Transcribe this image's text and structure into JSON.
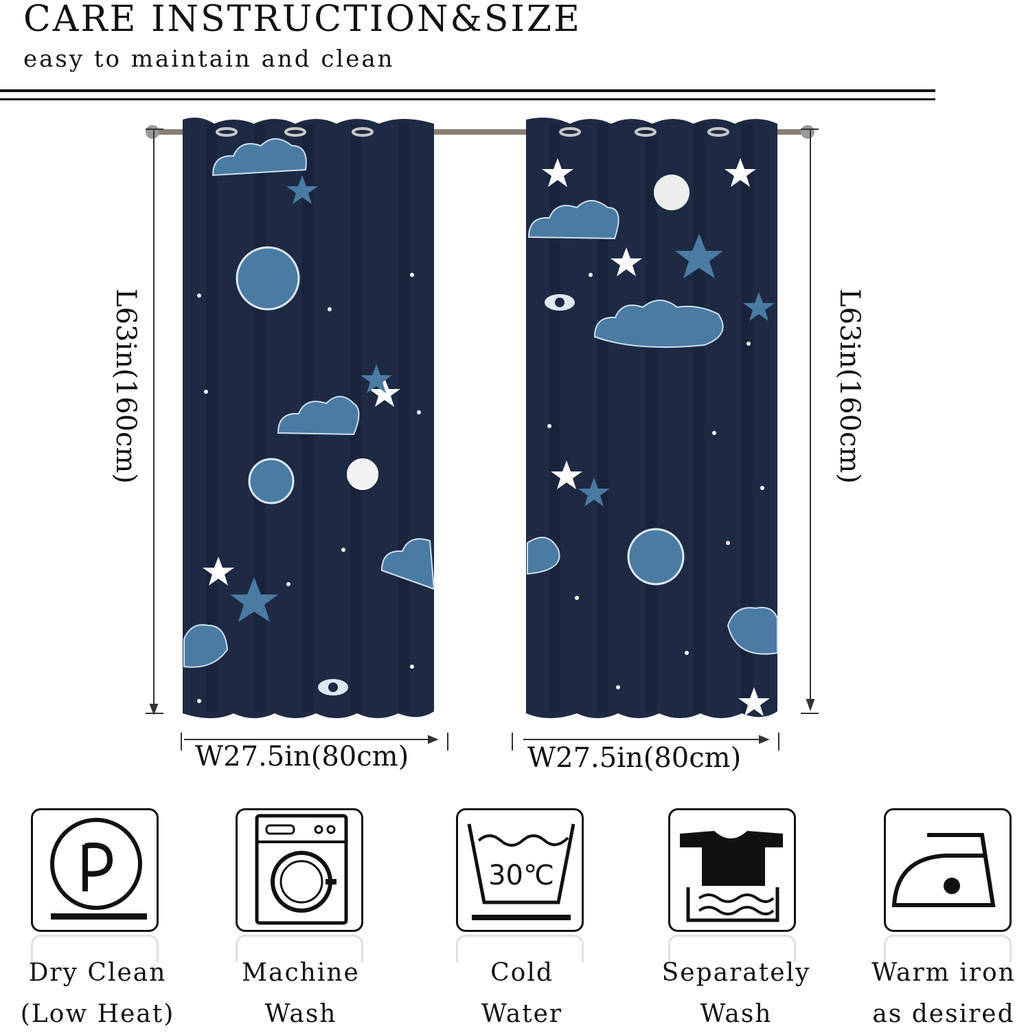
{
  "header": {
    "title": "CARE INSTRUCTION&SIZE",
    "subtitle": "easy to maintain and clean"
  },
  "dimensions": {
    "length_label": "L63in(160cm)",
    "width_label": "W27.5in(80cm)"
  },
  "curtain_colors": {
    "fabric": "#1e2a44",
    "accent_blue": "#4a7ba3",
    "star_white": "#ffffff"
  },
  "care_items": [
    {
      "icon": "dry-clean-icon",
      "line1": "Dry Clean",
      "line2": "(Low Heat)"
    },
    {
      "icon": "machine-wash-icon",
      "line1": "Machine",
      "line2": "Wash"
    },
    {
      "icon": "cold-water-icon",
      "temp": "30℃",
      "line1": "Cold",
      "line2": "Water"
    },
    {
      "icon": "separately-wash-icon",
      "line1": "Separately",
      "line2": "Wash"
    },
    {
      "icon": "warm-iron-icon",
      "line1": "Warm iron",
      "line2": "as desired"
    }
  ]
}
